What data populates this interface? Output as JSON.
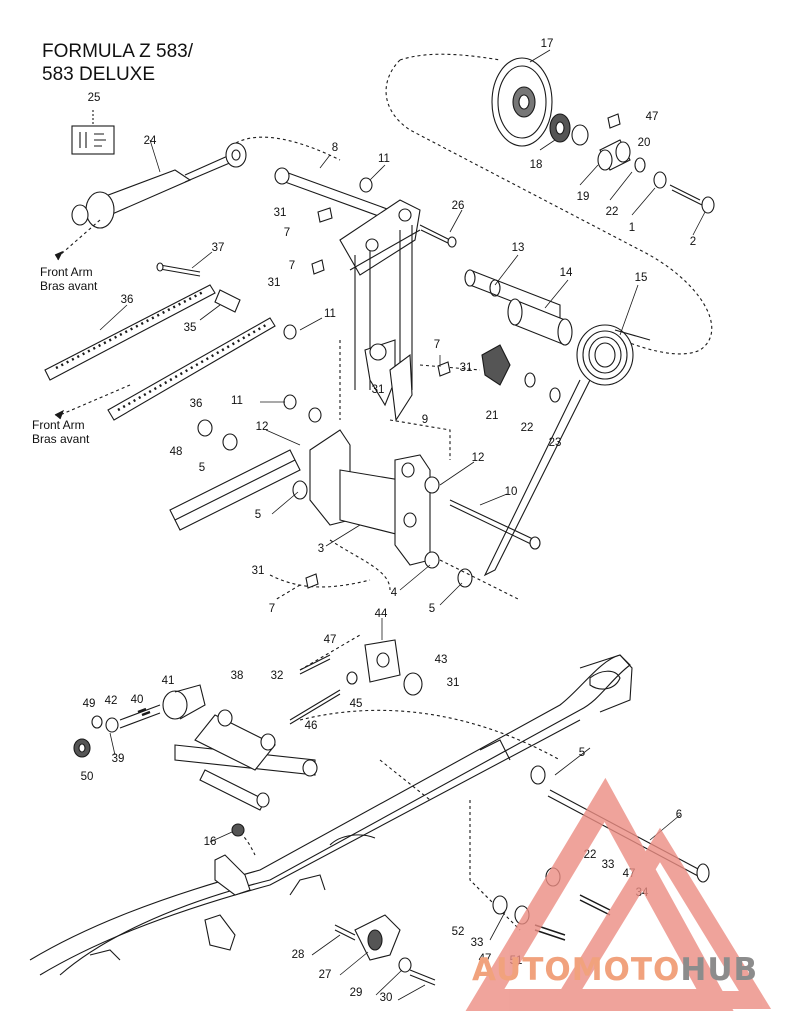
{
  "title": {
    "line1": "FORMULA Z 583/",
    "line2": "583 DELUXE"
  },
  "notes": {
    "front_arm_1": "Front Arm",
    "bras_avant_1": "Bras avant",
    "front_arm_2": "Front Arm",
    "bras_avant_2": "Bras avant"
  },
  "logo": {
    "part1": "AUTOMOTO",
    "part2": "HUB",
    "colors": {
      "triangle": "#ec8d83",
      "text_main": "#f1a27d",
      "text_hub": "#8c8c8c"
    }
  },
  "callouts": [
    "17",
    "25",
    "47",
    "20",
    "24",
    "18",
    "8",
    "11",
    "19",
    "22",
    "1",
    "2",
    "26",
    "31",
    "7",
    "13",
    "14",
    "15",
    "37",
    "31",
    "7",
    "36",
    "35",
    "11",
    "7",
    "31",
    "31",
    "21",
    "22",
    "23",
    "9",
    "36",
    "11",
    "12",
    "48",
    "5",
    "12",
    "10",
    "5",
    "3",
    "31",
    "7",
    "4",
    "5",
    "44",
    "47",
    "43",
    "31",
    "32",
    "38",
    "41",
    "49",
    "42",
    "40",
    "45",
    "46",
    "39",
    "50",
    "5",
    "6",
    "16",
    "22",
    "33",
    "47",
    "34",
    "52",
    "33",
    "28",
    "27",
    "47",
    "51",
    "29",
    "30"
  ],
  "colors": {
    "line": "#1a1a1a",
    "background": "#ffffff"
  }
}
